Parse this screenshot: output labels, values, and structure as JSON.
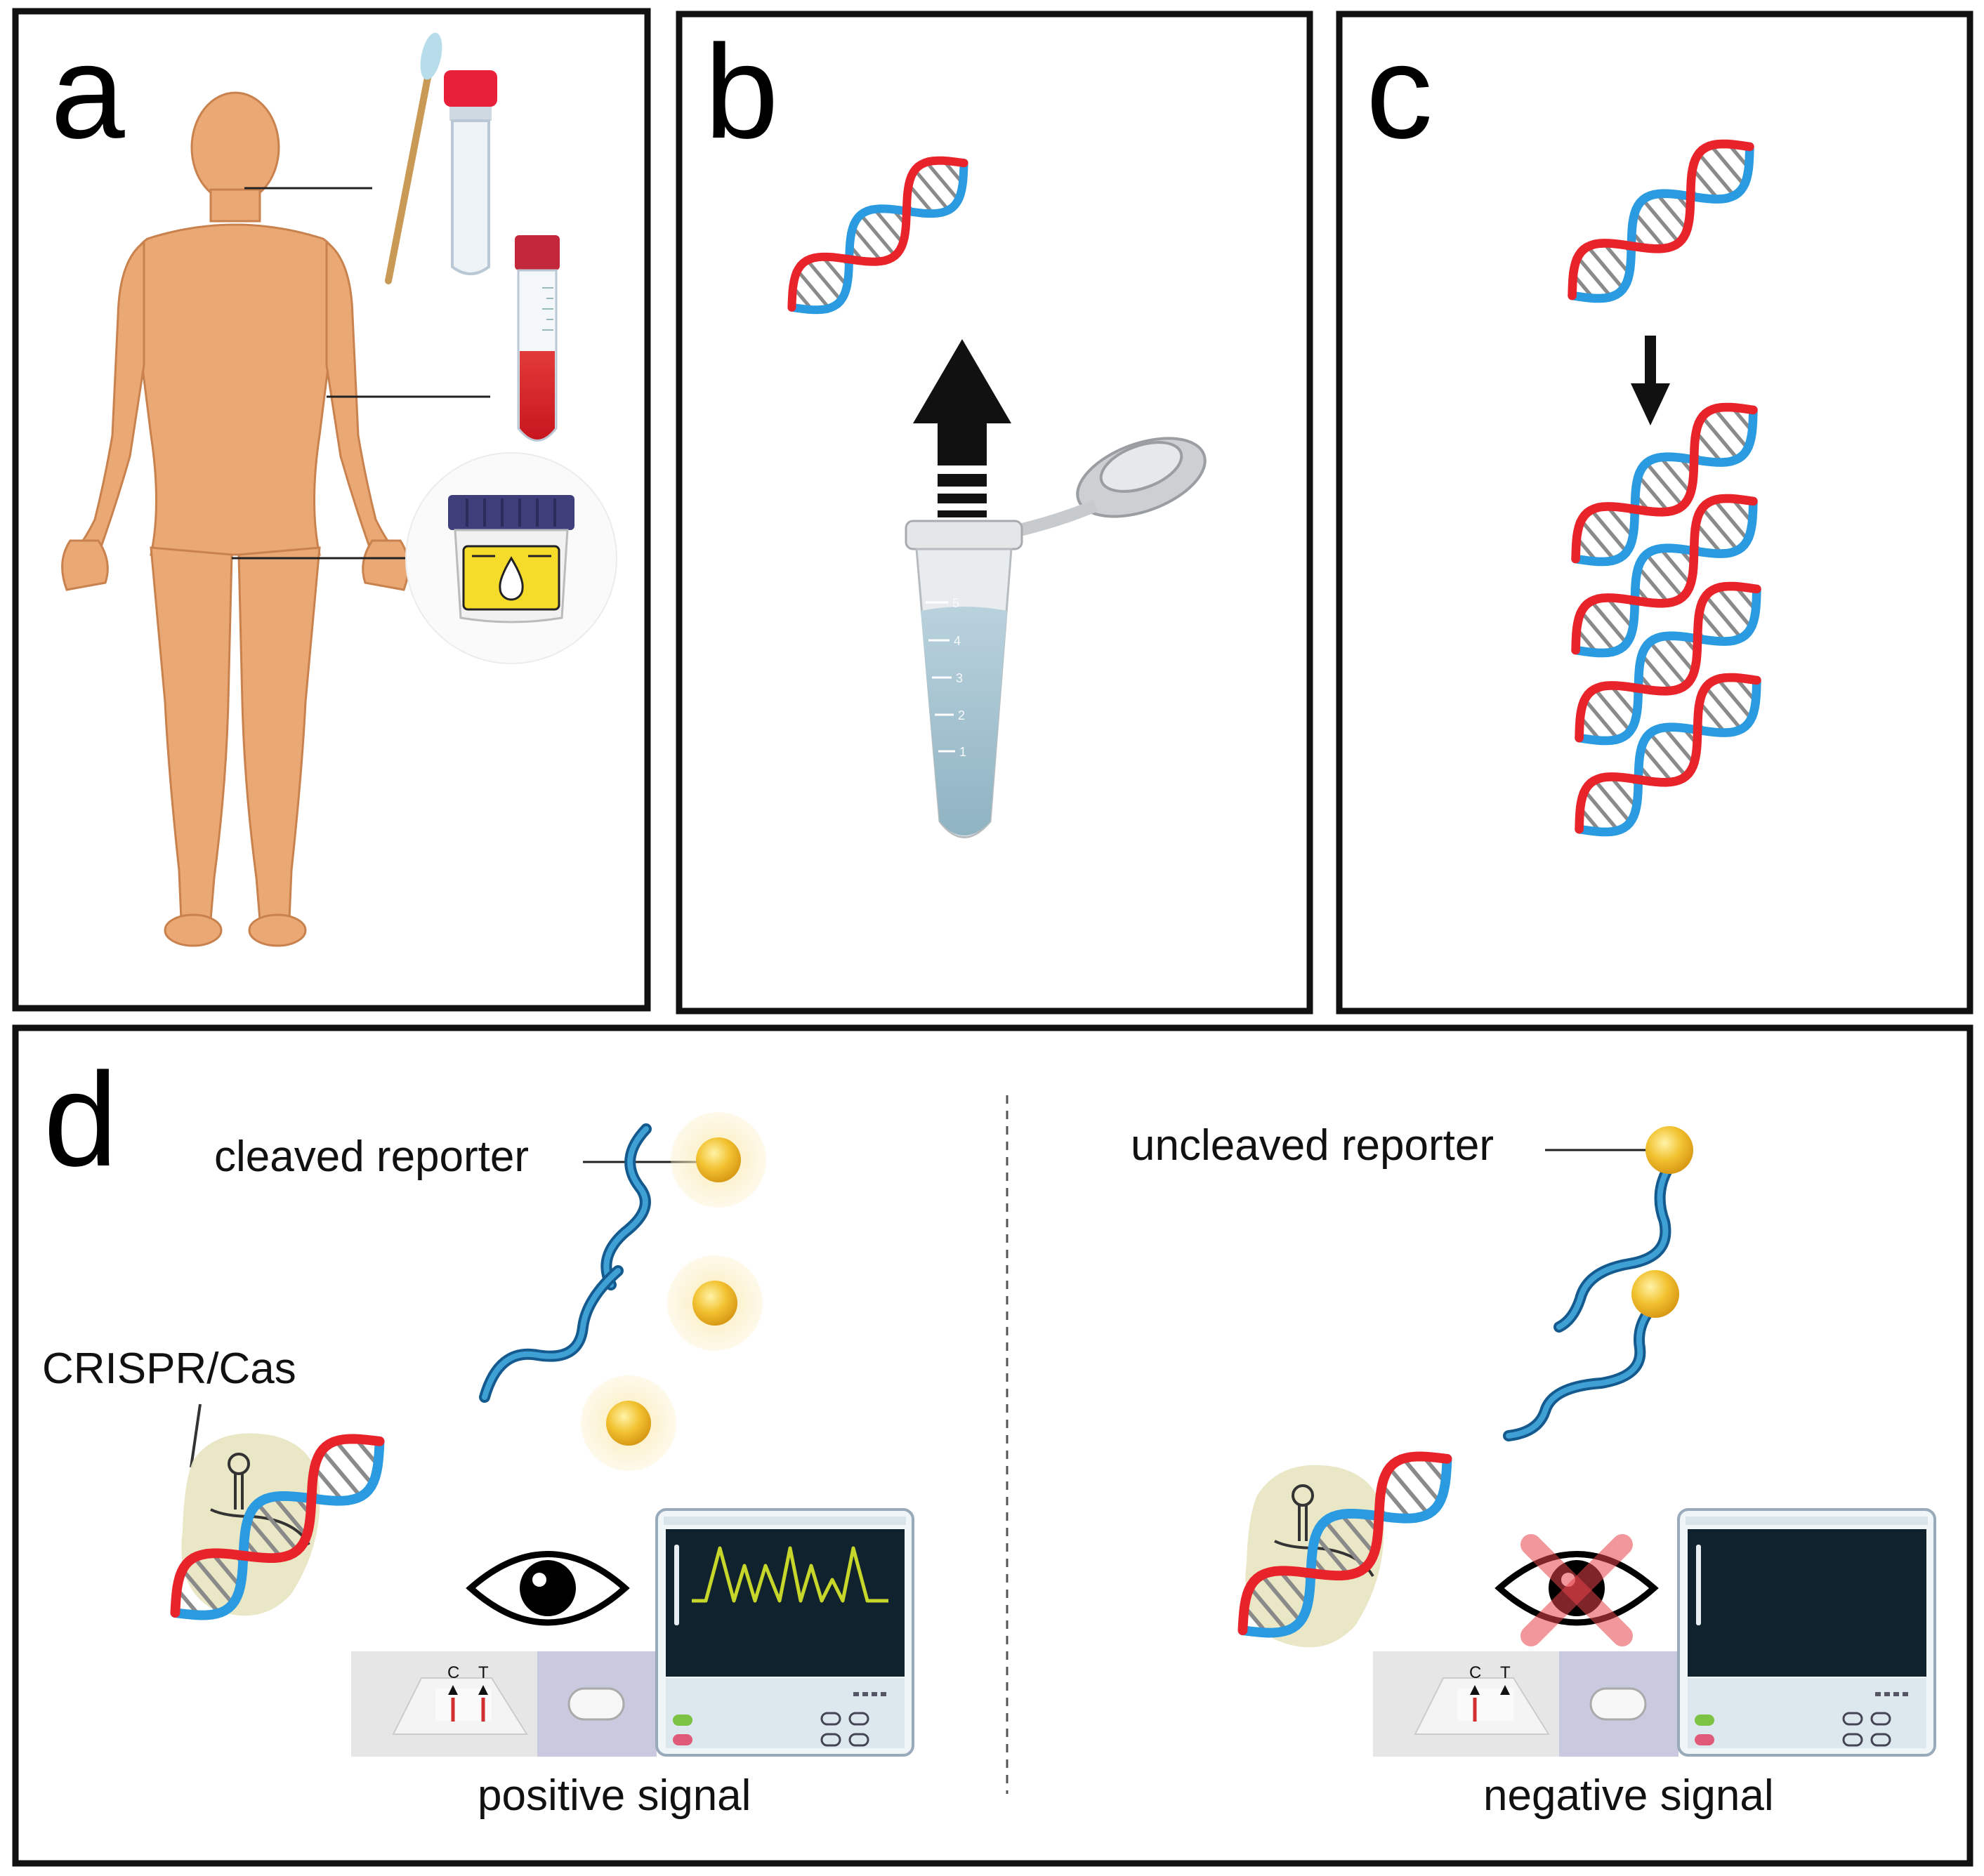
{
  "panels": {
    "a": {
      "letter": "a"
    },
    "b": {
      "letter": "b",
      "tube_marks": [
        "5",
        "4",
        "3",
        "2",
        "1"
      ]
    },
    "c": {
      "letter": "c"
    },
    "d": {
      "letter": "d",
      "left": {
        "reporter_label": "cleaved reporter",
        "cas_label": "CRISPR/Cas",
        "strip_c": "C",
        "strip_t": "T",
        "signal_label": "positive signal"
      },
      "right": {
        "reporter_label": "uncleaved reporter",
        "strip_c": "C",
        "strip_t": "T",
        "signal_label": "negative signal"
      }
    }
  },
  "colors": {
    "strand_red": "#e8232a",
    "strand_blue": "#2a9be0",
    "rung": "#8a8a8a",
    "skin": "#e9a874",
    "reporter_gold": "#f2c230",
    "monitor_screen": "#10222e",
    "signal_line": "#c6d62a"
  }
}
